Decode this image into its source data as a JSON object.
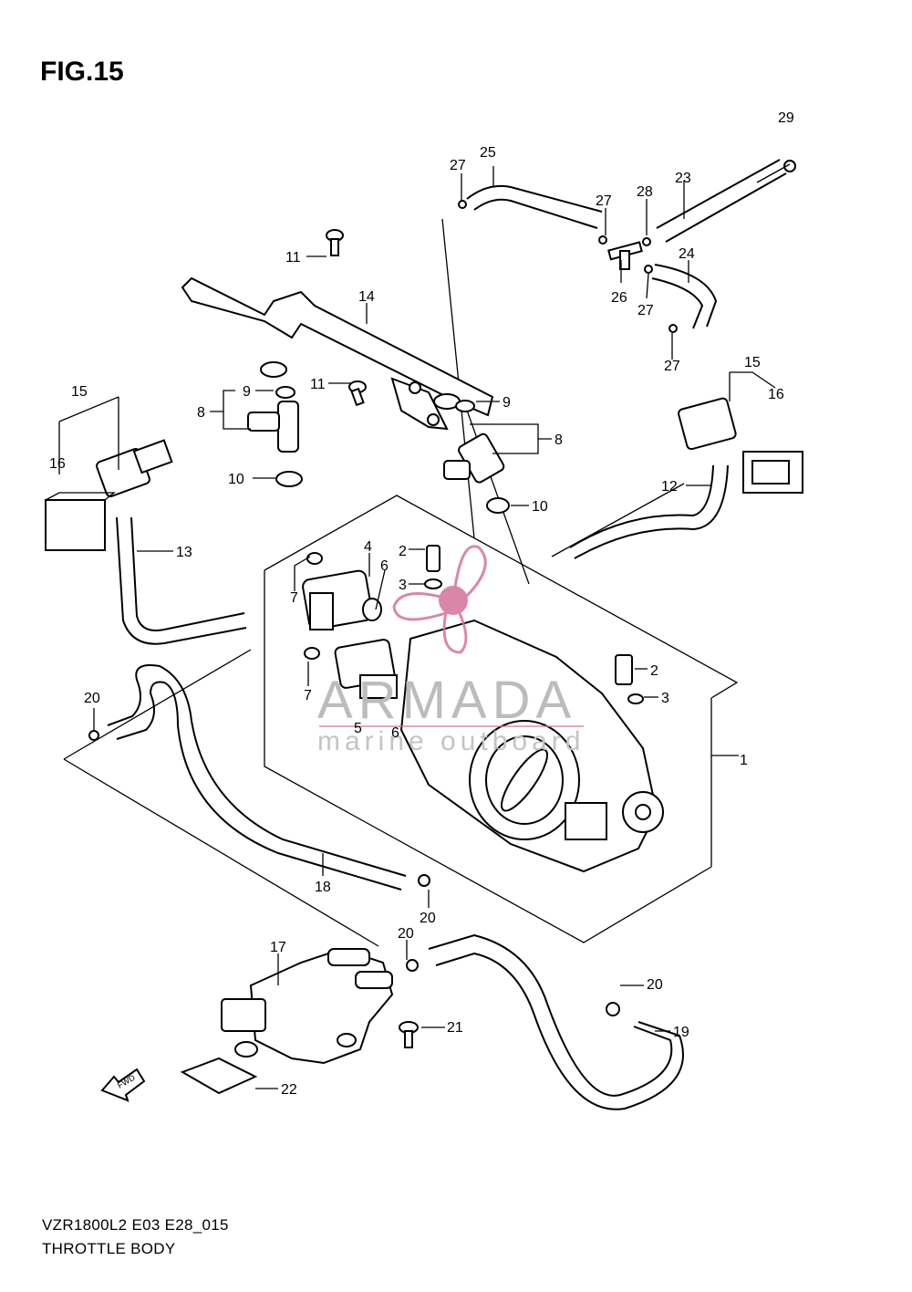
{
  "figure": {
    "title": "FIG.15",
    "model_code": "VZR1800L2 E03 E28_015",
    "name": "THROTTLE BODY"
  },
  "watermark": {
    "brand": "ARMADA",
    "tagline": "marine outboard",
    "color": "#d4729b"
  },
  "callouts": [
    "1",
    "2",
    "2",
    "3",
    "3",
    "4",
    "5",
    "6",
    "6",
    "7",
    "7",
    "8",
    "8",
    "9",
    "9",
    "10",
    "10",
    "11",
    "11",
    "12",
    "13",
    "14",
    "15",
    "15",
    "16",
    "16",
    "17",
    "18",
    "19",
    "20",
    "20",
    "20",
    "20",
    "21",
    "22",
    "23",
    "24",
    "25",
    "26",
    "27",
    "27",
    "27",
    "27",
    "28",
    "29"
  ],
  "icons": {
    "fwd_arrow": "fwd-arrow-icon",
    "fwd_text": "FWD"
  }
}
